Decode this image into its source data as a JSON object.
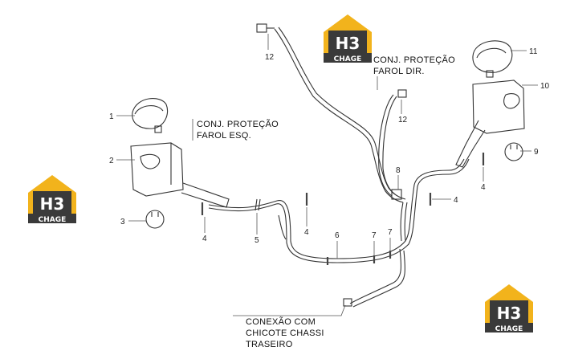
{
  "labels": {
    "left_assembly_line1": "CONJ. PROTEÇÃO",
    "left_assembly_line2": "FAROL ESQ.",
    "right_assembly_line1": "CONJ. PROTEÇÃO",
    "right_assembly_line2": "FAROL DIR.",
    "connection_line1": "CONEXÃO COM",
    "connection_line2": "CHICOTE CHASSI",
    "connection_line3": "TRASEIRO"
  },
  "callouts": {
    "c1": "1",
    "c2": "2",
    "c3": "3",
    "c4a": "4",
    "c4b": "4",
    "c4c": "4",
    "c5": "5",
    "c6": "6",
    "c7a": "7",
    "c7b": "7",
    "c8": "8",
    "c9": "9",
    "c10": "10",
    "c11": "11",
    "c12a": "12",
    "c12b": "12"
  },
  "watermark": {
    "top": "H3",
    "bottom": "CHAGE"
  },
  "colors": {
    "watermark_gold": "#f2b31c",
    "watermark_dark": "#3a3a3a",
    "line": "#333333"
  }
}
